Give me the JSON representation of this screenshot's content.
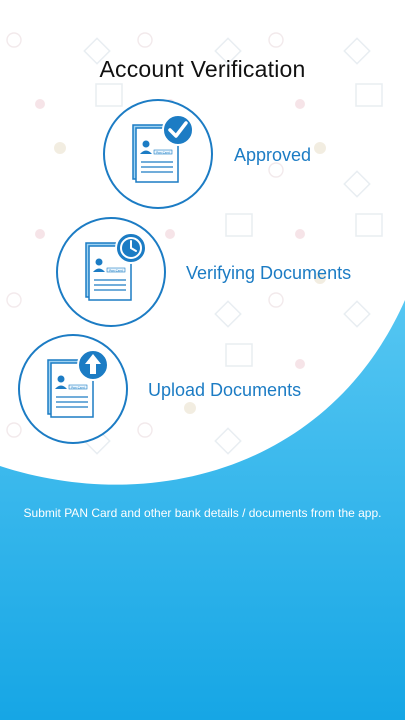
{
  "header": {
    "title": "Account Verification"
  },
  "steps": [
    {
      "label": "Approved",
      "icon": "document-checkmark-icon",
      "badge": "checkmark"
    },
    {
      "label": "Verifying Documents",
      "icon": "document-clock-icon",
      "badge": "clock"
    },
    {
      "label": "Upload Documents",
      "icon": "document-upload-icon",
      "badge": "upload-arrow"
    }
  ],
  "card_text": "Pan Card",
  "description": "Submit PAN Card and other bank details / documents from the app.",
  "colors": {
    "accent": "#1c7cc4",
    "accent_light": "#7cc4ee",
    "panel_top": "#4fc3f1",
    "panel_bottom": "#18a9e6"
  }
}
